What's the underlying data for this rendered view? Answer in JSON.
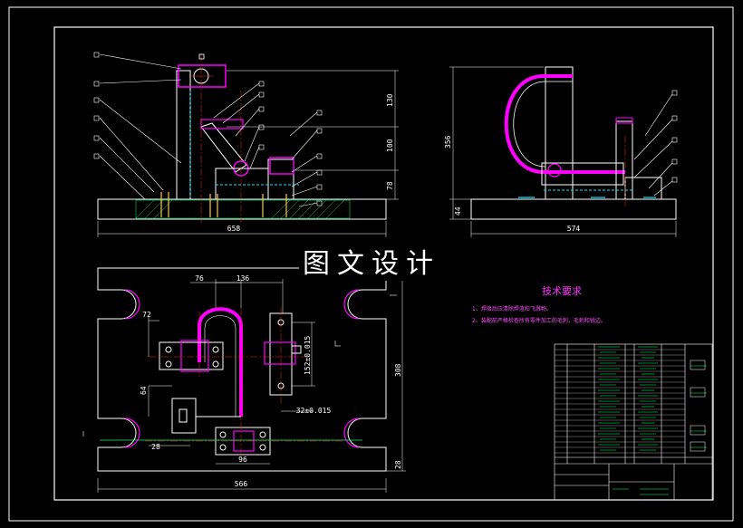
{
  "watermark": "图文设计",
  "technical_requirements": {
    "title": "技术要求",
    "notes": [
      "1、焊接后应清除焊渣和飞溅物。",
      "2、装配前严格检查所有零件加工的毛刺，毛刺和锐边。"
    ]
  },
  "dimensions": {
    "front_height_top": "130",
    "front_height_mid": "100",
    "front_height_bottom": "78",
    "front_width": "658",
    "side_height": "356",
    "side_base": "44",
    "side_width": "574",
    "plan_top_left": "76",
    "plan_top_right": "136",
    "plan_72": "72",
    "plan_64": "64",
    "plan_28_left": "28",
    "plan_tol_v": "152±0.015",
    "plan_tol_h": "32±0.015",
    "plan_96": "96",
    "plan_height": "308",
    "plan_28_right": "28",
    "plan_width": "566"
  },
  "colors": {
    "background": "#000000",
    "lines": "#ffffff",
    "part": "#ff00ff",
    "hidden": "#00e5ff",
    "center": "#ff2020",
    "hatch": "#00ff66"
  }
}
